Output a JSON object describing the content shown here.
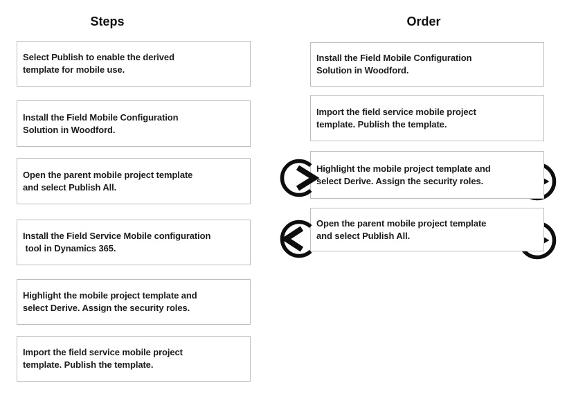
{
  "columns": {
    "steps": {
      "header": "Steps",
      "items": [
        {
          "text": "Select Publish to enable the derived\ntemplate for mobile use."
        },
        {
          "text": "Install the Field Mobile Configuration\nSolution in Woodford."
        },
        {
          "text": "Open the parent mobile project template\nand select Publish All."
        },
        {
          "text": "Install the Field Service Mobile configuration\n tool in Dynamics 365."
        },
        {
          "text": "Highlight the mobile project template and\nselect Derive. Assign the security roles."
        },
        {
          "text": "Import the field service mobile project\ntemplate. Publish the template."
        }
      ]
    },
    "order": {
      "header": "Order",
      "items": [
        {
          "text": "Install the Field Mobile Configuration\nSolution in Woodford."
        },
        {
          "text": "Import the field service mobile project\ntemplate. Publish the template."
        },
        {
          "text": "Highlight the mobile project template and\nselect Derive. Assign the security roles."
        },
        {
          "text": "Open the parent mobile project template\nand select Publish All."
        }
      ]
    }
  },
  "icons": {
    "order_item_3_left": "circle-chevron-right-icon",
    "order_item_3_right": "circle-arrow-right-icon",
    "order_item_4_left": "circle-chevron-left-icon",
    "order_item_4_right": "circle-arrow-right-icon"
  },
  "colors": {
    "background": "#ffffff",
    "card_border": "#bdbdbd",
    "text": "#1c1c1c",
    "icon": "#0e0e0e"
  }
}
